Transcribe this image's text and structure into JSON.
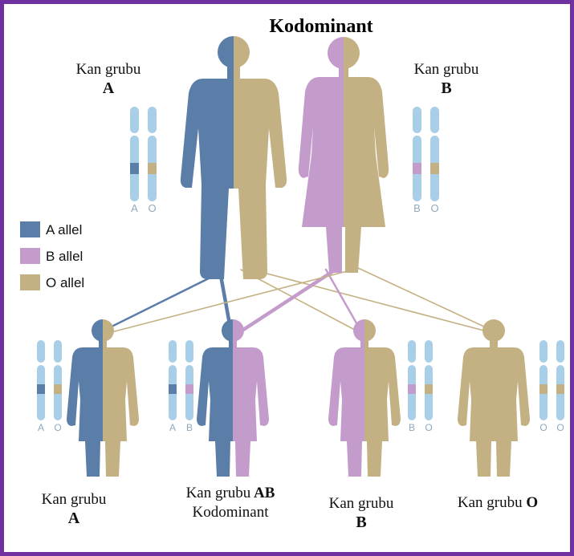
{
  "title": "Kodominant",
  "colors": {
    "A": "#5b7ea8",
    "B": "#c49ccc",
    "O": "#c4b183",
    "chromosome": "#a9cfe8",
    "frame": "#7030a0",
    "chrom_label": "#8fa8bc"
  },
  "legend": [
    {
      "allele": "A",
      "label": "A allel"
    },
    {
      "allele": "B",
      "label": "B allel"
    },
    {
      "allele": "O",
      "label": "O allel"
    }
  ],
  "parents": [
    {
      "id": "father",
      "label_line1": "Kan grubu",
      "label_line2": "A",
      "alleles": [
        "A",
        "O"
      ],
      "chrom_labels": [
        "A",
        "O"
      ]
    },
    {
      "id": "mother",
      "label_line1": "Kan grubu",
      "label_line2": "B",
      "alleles": [
        "B",
        "O"
      ],
      "chrom_labels": [
        "B",
        "O"
      ]
    }
  ],
  "children": [
    {
      "id": "child-a",
      "label_line1": "Kan grubu",
      "label_line2": "A",
      "alleles": [
        "A",
        "O"
      ],
      "chrom_labels": [
        "A",
        "O"
      ]
    },
    {
      "id": "child-ab",
      "label_line1": "Kan grubu",
      "label_bold": "AB",
      "label_line2": "Kodominant",
      "alleles": [
        "A",
        "B"
      ],
      "chrom_labels": [
        "A",
        "B"
      ]
    },
    {
      "id": "child-b",
      "label_line1": "Kan grubu",
      "label_line2": "B",
      "alleles": [
        "B",
        "O"
      ],
      "chrom_labels": [
        "B",
        "O"
      ]
    },
    {
      "id": "child-o",
      "label_line1": "Kan grubu",
      "label_bold": "O",
      "alleles": [
        "O",
        "O"
      ],
      "chrom_labels": [
        "O",
        "O"
      ]
    }
  ]
}
